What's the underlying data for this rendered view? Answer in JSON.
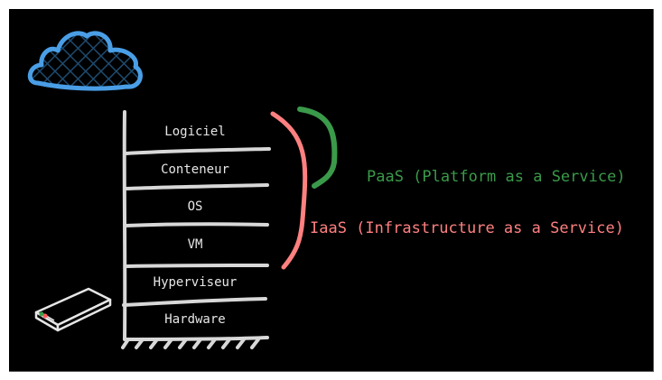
{
  "diagram": {
    "layers": [
      {
        "label": "Logiciel"
      },
      {
        "label": "Conteneur"
      },
      {
        "label": "OS"
      },
      {
        "label": "VM"
      },
      {
        "label": "Hyperviseur"
      },
      {
        "label": "Hardware"
      }
    ],
    "groups": {
      "paas": {
        "label": "PaaS (Platform as a Service)",
        "color": "#3a9a4a"
      },
      "iaas": {
        "label": "IaaS (Infrastructure as a Service)",
        "color": "#ff8080"
      }
    },
    "icons": {
      "cloud": {
        "name": "cloud-icon",
        "stroke": "#4a9ee6",
        "fill_hatch": "#1e4a6e"
      },
      "server": {
        "name": "server-icon",
        "stroke": "#e6e6e6"
      }
    },
    "colors": {
      "background": "#000000",
      "stroke": "#d8d8d8"
    }
  }
}
